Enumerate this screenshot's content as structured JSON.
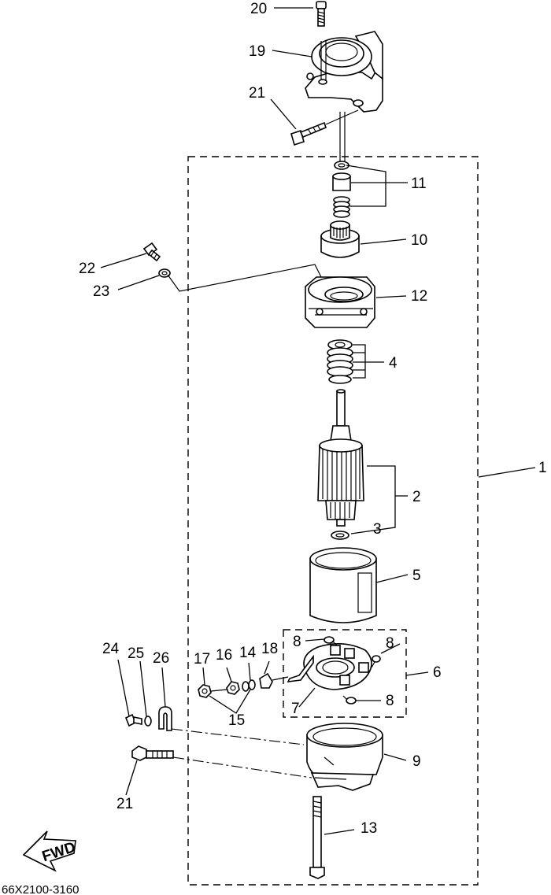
{
  "diagram": {
    "catalog_code": "66X2100-3160",
    "fwd_label": "FWD",
    "callouts": {
      "c1": "1",
      "c2": "2",
      "c3": "3",
      "c4": "4",
      "c5": "5",
      "c6": "6",
      "c7": "7",
      "c8a": "8",
      "c8b": "8",
      "c8c": "8",
      "c9": "9",
      "c10": "10",
      "c11": "11",
      "c12": "12",
      "c13": "13",
      "c14": "14",
      "c15": "15",
      "c16": "16",
      "c17": "17",
      "c18": "18",
      "c19": "19",
      "c20": "20",
      "c21a": "21",
      "c21b": "21",
      "c22": "22",
      "c23": "23",
      "c24": "24",
      "c25": "25",
      "c26": "26"
    }
  }
}
